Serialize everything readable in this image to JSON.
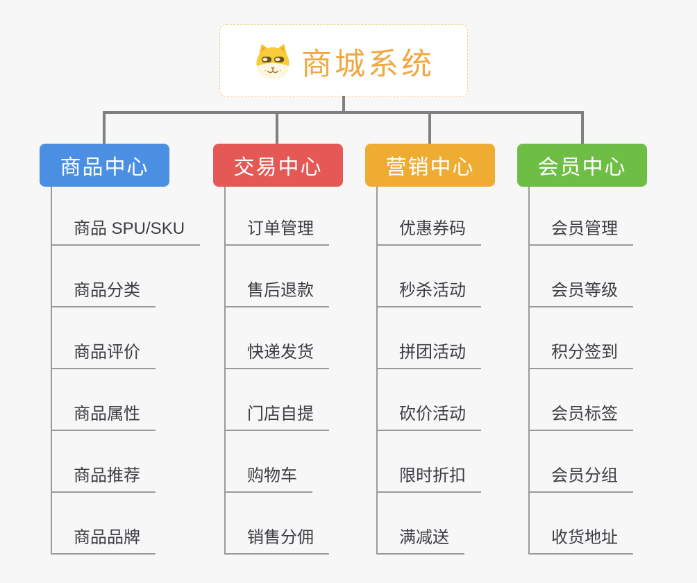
{
  "root": {
    "title": "商城系统",
    "icon": "shiba-dog-icon",
    "accent_color": "#f0a843",
    "border_color": "#f3cd8c"
  },
  "connector_color": "#7f7f7f",
  "item_line_color": "#9a9a9a",
  "branches": [
    {
      "label": "商品中心",
      "color": "#4a8fe2",
      "items": [
        "商品 SPU/SKU",
        "商品分类",
        "商品评价",
        "商品属性",
        "商品推荐",
        "商品品牌"
      ]
    },
    {
      "label": "交易中心",
      "color": "#e45855",
      "items": [
        "订单管理",
        "售后退款",
        "快递发货",
        "门店自提",
        "购物车",
        "销售分佣"
      ]
    },
    {
      "label": "营销中心",
      "color": "#efac33",
      "items": [
        "优惠券码",
        "秒杀活动",
        "拼团活动",
        "砍价活动",
        "限时折扣",
        "满减送"
      ]
    },
    {
      "label": "会员中心",
      "color": "#6ebe45",
      "items": [
        "会员管理",
        "会员等级",
        "积分签到",
        "会员标签",
        "会员分组",
        "收货地址"
      ]
    }
  ]
}
